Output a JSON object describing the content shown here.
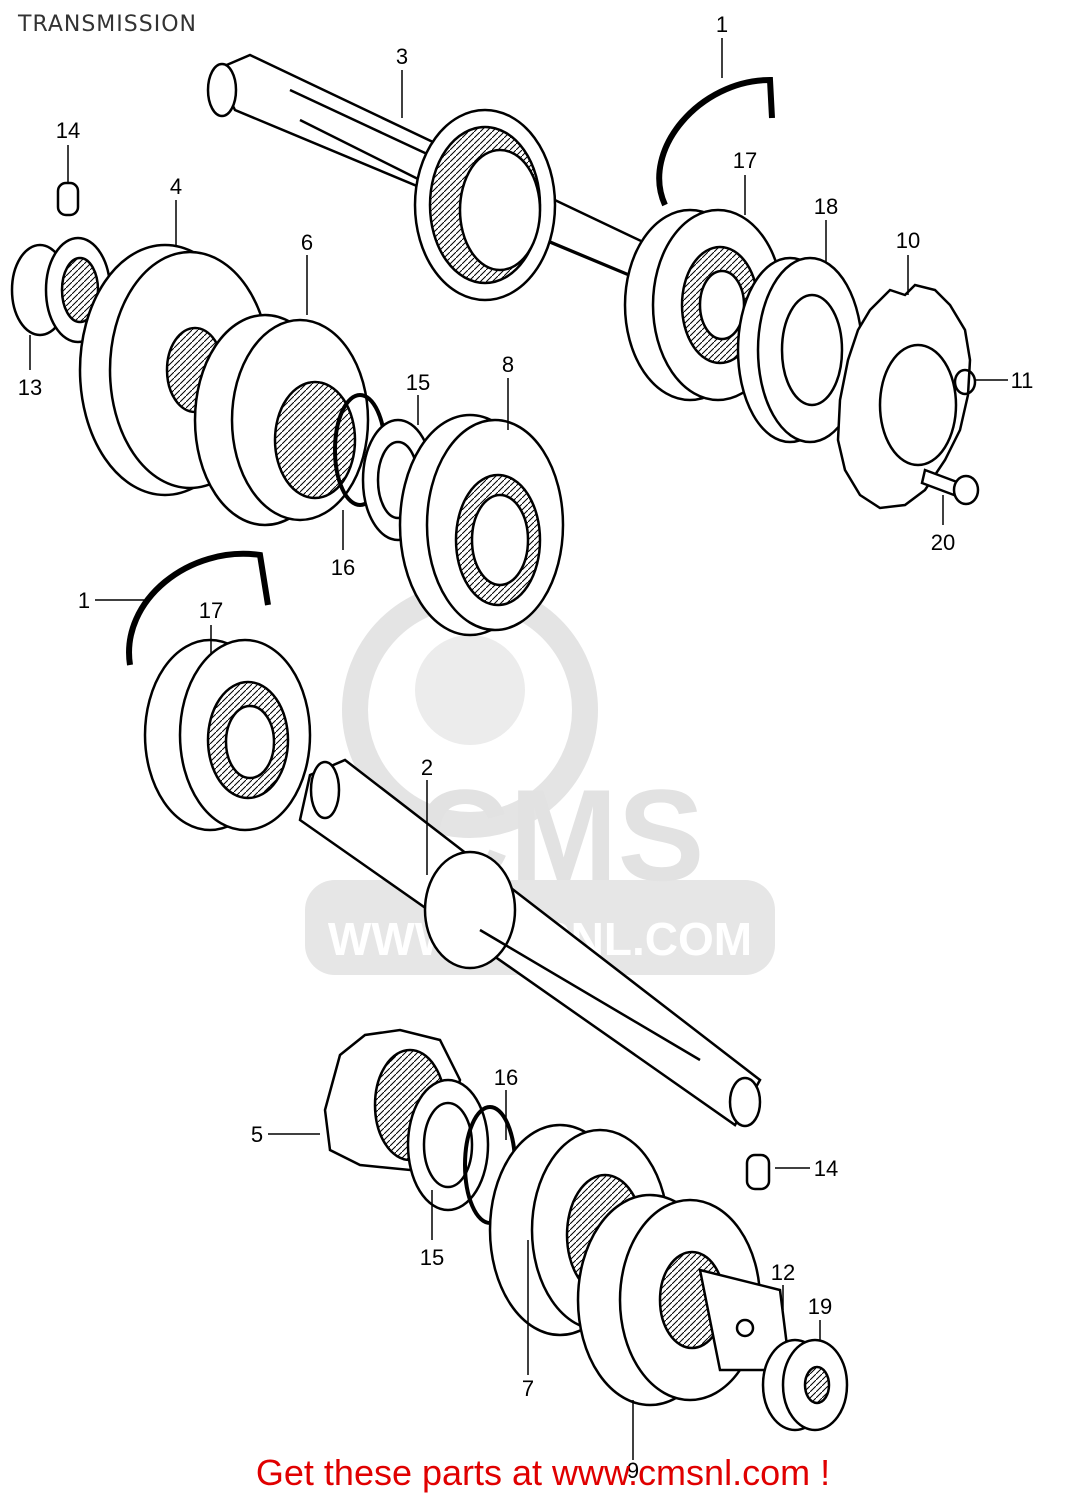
{
  "page": {
    "title": "TRANSMISSION",
    "footer": "Get these parts at www.cmsnl.com !"
  },
  "watermark": {
    "brand": "CMS",
    "url": "WWW.CMSNL.COM"
  },
  "callouts": {
    "c1_top": "1",
    "c1_left": "1",
    "c2": "2",
    "c3": "3",
    "c4": "4",
    "c5": "5",
    "c6": "6",
    "c7": "7",
    "c8": "8",
    "c9": "9",
    "c10": "10",
    "c11": "11",
    "c12": "12",
    "c13": "13",
    "c14_top": "14",
    "c14_right": "14",
    "c15_top": "15",
    "c15_bottom": "15",
    "c16_top": "16",
    "c16_bottom": "16",
    "c17_top": "17",
    "c17_left": "17",
    "c18": "18",
    "c19": "19",
    "c20": "20"
  }
}
